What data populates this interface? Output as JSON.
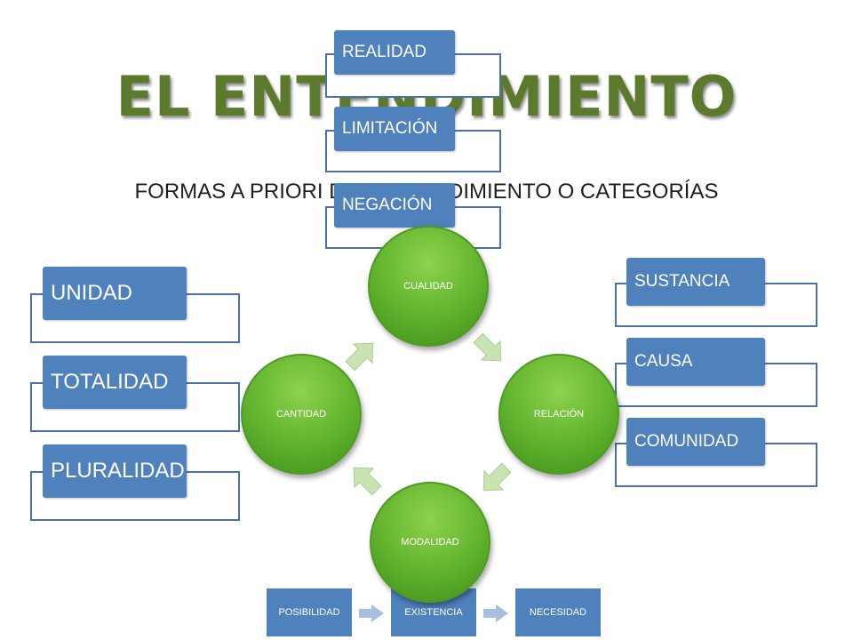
{
  "title": "EL ENTENDIMIENTO",
  "subtitle": "FORMAS A PRIORI DEL ENTENDIMIENTO O CATEGORÍAS",
  "cycle": {
    "top": "CUALIDAD",
    "right": "RELACIÓN",
    "bottom": "MODALIDAD",
    "left": "CANTIDAD"
  },
  "cualidad_items": [
    "REALIDAD",
    "LIMITACIÓN",
    "NEGACIÓN"
  ],
  "cantidad_items": [
    "UNIDAD",
    "TOTALIDAD",
    "PLURALIDAD"
  ],
  "relacion_items": [
    "SUSTANCIA",
    "CAUSA",
    "COMUNIDAD"
  ],
  "modalidad_items": [
    "POSIBILIDAD",
    "EXISTENCIA",
    "NECESIDAD"
  ],
  "colors": {
    "label_blue": "#4f81bd",
    "frame_blue": "#4a72a8",
    "circle_green": "#5fb22c",
    "title_green": "#5b7a2c",
    "arrow_green": "#c9e3b2"
  }
}
